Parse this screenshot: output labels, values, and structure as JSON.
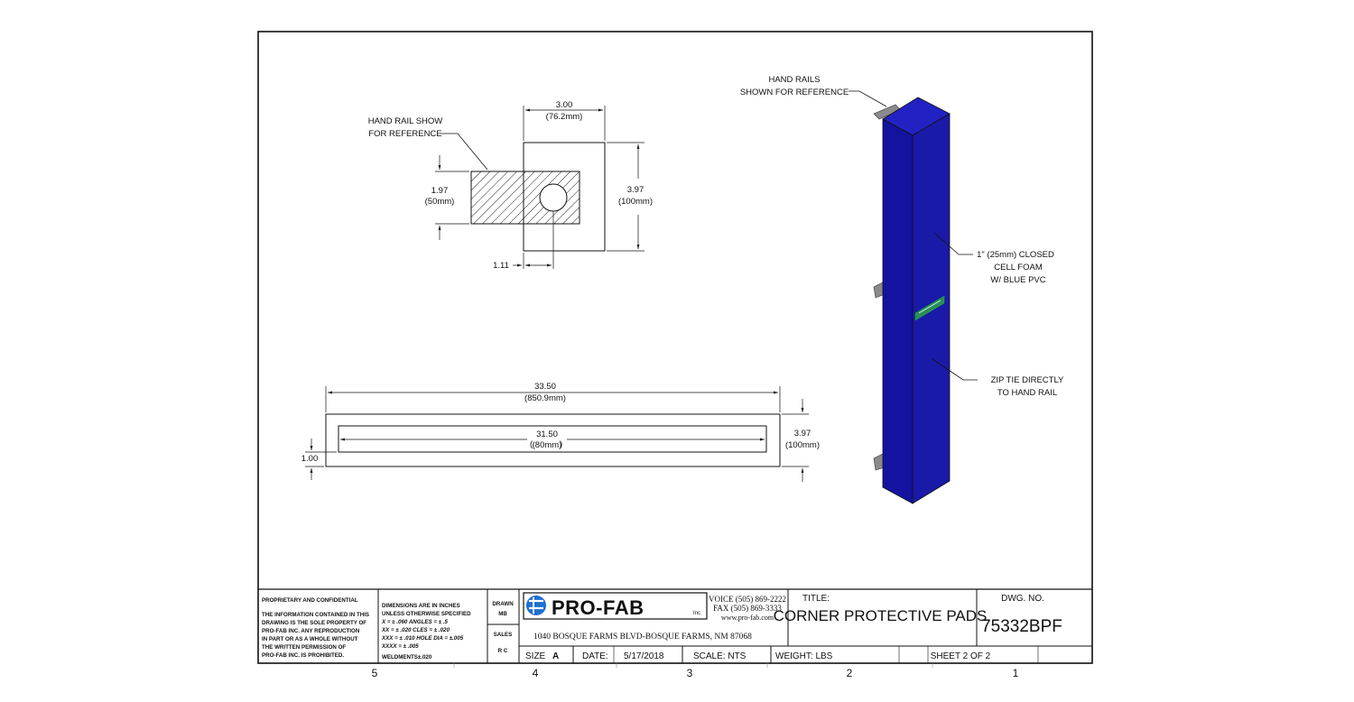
{
  "views": {
    "end_view": {
      "callout_line1": "HAND RAIL SHOW",
      "callout_line2": "FOR REFERENCE",
      "dim_width": "3.00",
      "dim_width_mm": "(76.2mm)",
      "dim_height": "3.97",
      "dim_height_mm": "(100mm)",
      "dim_rail": "1.97",
      "dim_rail_mm": "(50mm)",
      "dim_offset": "1.11"
    },
    "side_view": {
      "dim_length": "33.50",
      "dim_length_mm": "(850.9mm)",
      "dim_inner": "31.50",
      "dim_inner_mm": "(80mm)",
      "dim_height": "3.97",
      "dim_height_mm": "(100mm)",
      "dim_edge": "1.00"
    },
    "iso_view": {
      "callout_rails_line1": "HAND RAILS",
      "callout_rails_line2": "SHOWN FOR REFERENCE",
      "callout_foam_line1": "1\" (25mm) CLOSED",
      "callout_foam_line2": "CELL FOAM",
      "callout_foam_line3": "W/ BLUE PVC",
      "callout_zip_line1": "ZIP TIE DIRECTLY",
      "callout_zip_line2": "TO HAND RAIL",
      "pad_color": "#1a1aa8",
      "pad_side_color": "#1313a0",
      "pad_top_color": "#2222c4",
      "rail_color": "#8a8a8a"
    }
  },
  "title_block": {
    "proprietary_heading": "PROPRIETARY AND CONFIDENTIAL",
    "proprietary_text": [
      "THE INFORMATION CONTAINED IN THIS",
      "DRAWING IS THE SOLE PROPERTY OF",
      "PRO-FAB INC. ANY REPRODUCTION",
      "IN PART OR AS A WHOLE WITHOUT",
      "THE WRITTEN PERMISSION OF",
      "PRO-FAB INC. IS PROHIBITED."
    ],
    "tolerance_text": [
      "DIMENSIONS ARE IN INCHES",
      "UNLESS OTHERWISE SPECIFIED",
      "X = ± .060      ANGLES = ± .5",
      "XX = ± .020    CLES = ± .020",
      "XXX = ± .010   HOLE DIA = ±.005",
      "XXXX = ± .005",
      "WELDMENTS±.020"
    ],
    "drawn_label": "DRAWN",
    "drawn_value": "MB",
    "sales_label": "SALES",
    "sales_value": "R C",
    "logo_text": "PRO-FAB",
    "logo_suffix": "Inc",
    "voice": "VOICE (505) 869-2222",
    "fax": "FAX (505) 869-3333",
    "web": "www.pro-fab.com",
    "address": "1040 BOSQUE FARMS BLVD-BOSQUE FARMS, NM 87068",
    "title_label": "TITLE:",
    "title_value": "CORNER PROTECTIVE PADS",
    "dwg_label": "DWG.  NO.",
    "dwg_value": "75332BPF",
    "size_label": "SIZE",
    "size_value": "A",
    "date_label": "DATE:",
    "date_value": "5/17/2018",
    "scale_label": "SCALE: NTS",
    "weight_label": "WEIGHT: LBS",
    "sheet_label": "SHEET 2 OF 2",
    "brand_color": "#1f6fd1"
  },
  "zones": [
    "5",
    "4",
    "3",
    "2",
    "1"
  ]
}
